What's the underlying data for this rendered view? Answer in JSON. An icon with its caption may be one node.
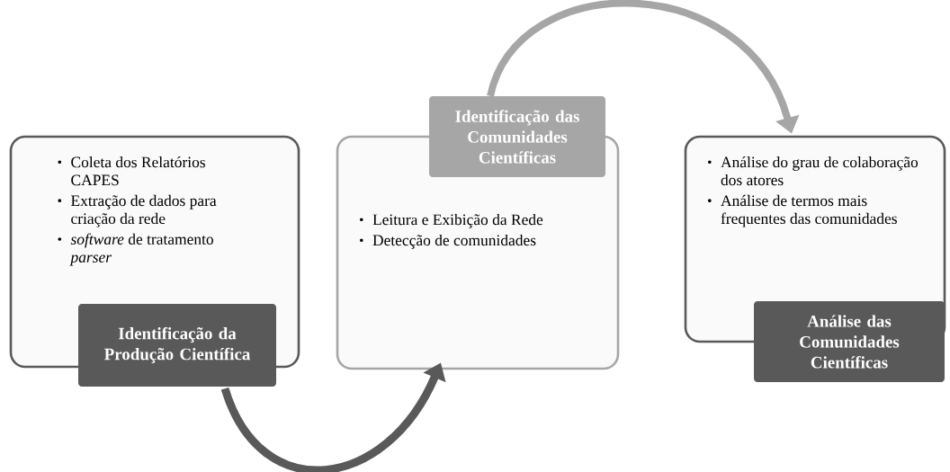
{
  "diagram": {
    "nodes": [
      {
        "text": [
          "Coleta dos Relatórios CAPES",
          "Extração de dados para criação da rede",
          "*software* de tratamento *parser*"
        ]
      },
      {
        "text": [
          "Identificação da Produção Científica"
        ]
      },
      {
        "text": [
          "Leitura e Exibição da Rede",
          "Detecção de comunidades"
        ]
      },
      {
        "text": [
          "Identificação das Comunidades Científicas"
        ]
      },
      {
        "text": [
          "Análise do grau de colaboração dos atores",
          "Análise de termos mais frequentes das comunidades"
        ]
      },
      {
        "text": [
          "Análise das Comunidades Científicas"
        ]
      }
    ],
    "edges": [
      {
        "from": 1,
        "to": 2,
        "arrow": "to",
        "color": "#595959"
      },
      {
        "from": 3,
        "to": 4,
        "arrow": "to",
        "color": "#a6a6a6"
      }
    ]
  }
}
